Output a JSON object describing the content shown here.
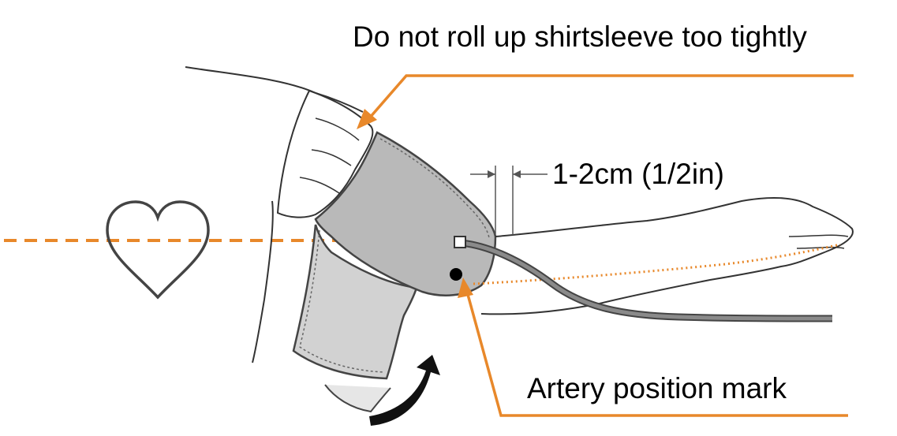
{
  "labels": {
    "sleeve_note": "Do not roll up shirtsleeve too tightly",
    "gap_note": "1-2cm (1/2in)",
    "artery_note": "Artery position mark"
  },
  "colors": {
    "accent": "#e8882a",
    "cuff": "#b9b9b9",
    "cuff_flap": "#d2d2d2",
    "outline": "#444444",
    "arrow": "#111111"
  },
  "icons": {
    "heart": "heart-outline-icon",
    "wrap_arrow": "curved-arrow-icon"
  }
}
